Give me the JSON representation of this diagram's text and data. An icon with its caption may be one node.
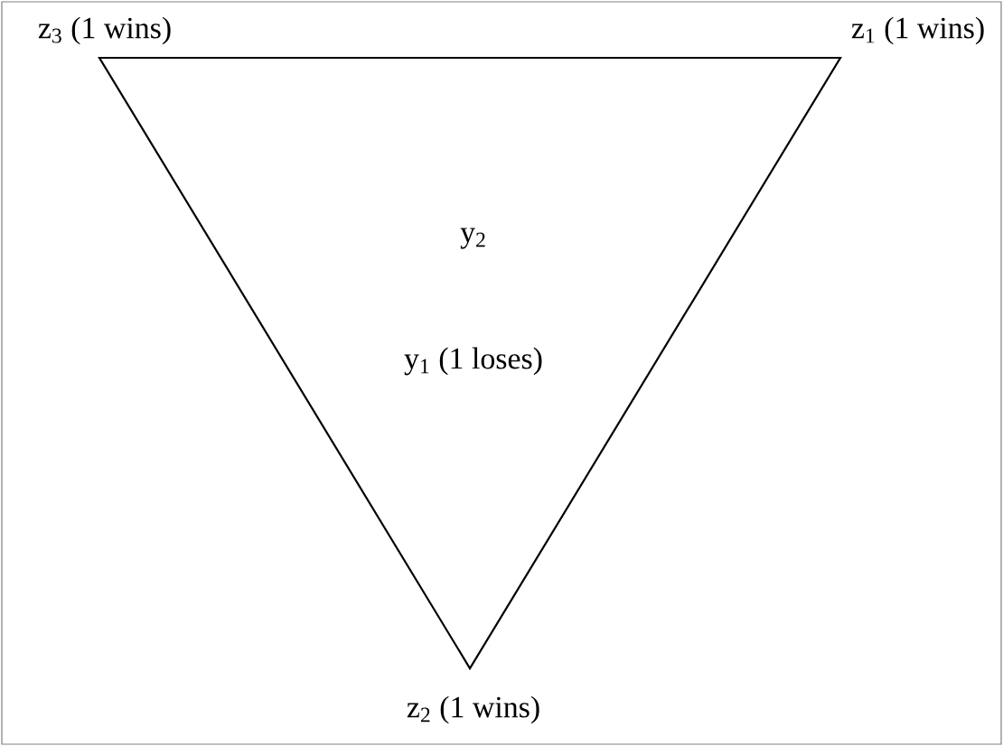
{
  "diagram": {
    "labels": [
      "z$_{3}$ (1 wins)",
      "z$_{1}$ (1 wins)",
      "y$_{2}$",
      "y$_{1}$ (1 loses)",
      "z$_{2}$ (1 wins)"
    ]
  }
}
